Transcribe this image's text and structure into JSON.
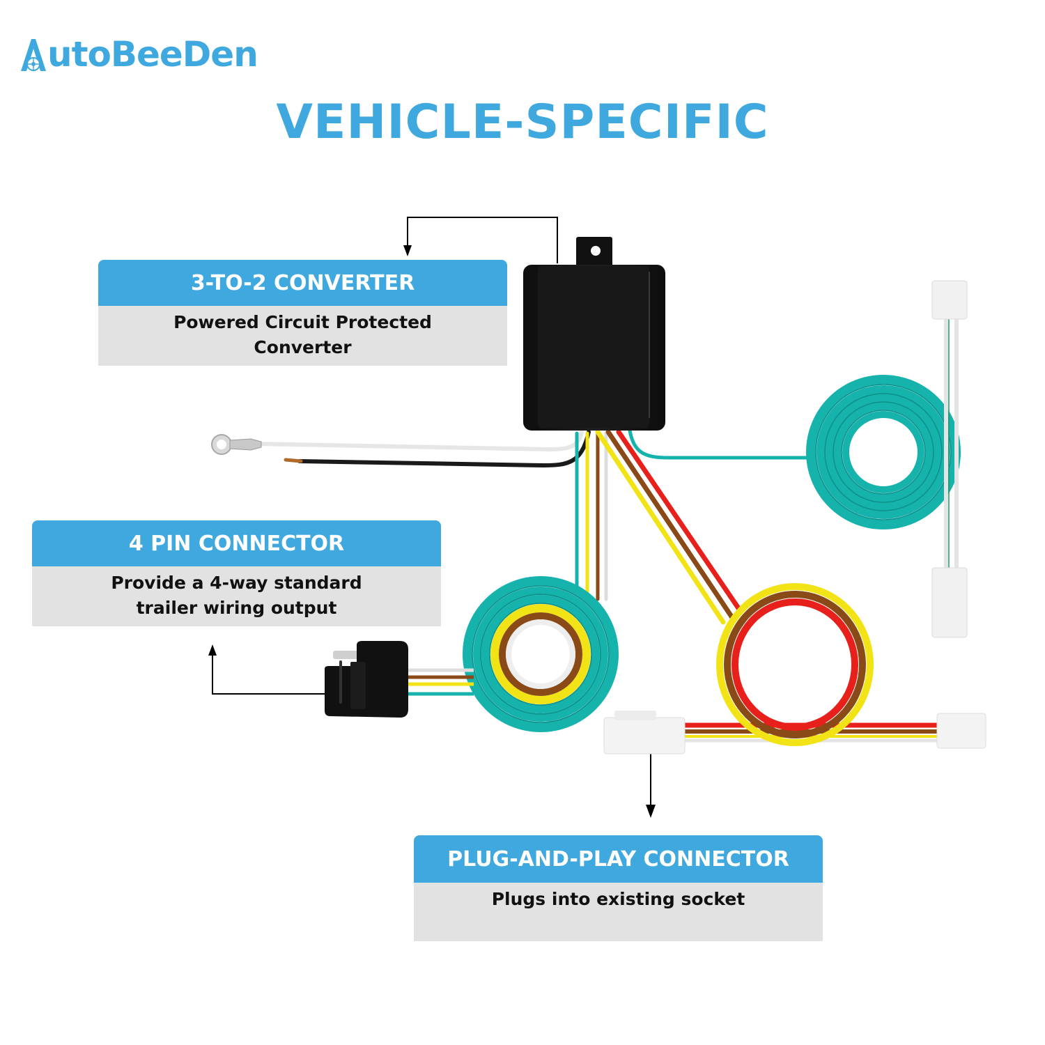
{
  "brand": {
    "name_prefix": "A",
    "name_rest": "utoBeeDen",
    "color": "#3fa8df"
  },
  "title": "VEHICLE-SPECIFIC",
  "callouts": {
    "converter": {
      "heading": "3-TO-2 CONVERTER",
      "line1": "Powered Circuit Protected",
      "line2": "Converter"
    },
    "four_pin": {
      "heading": "4 PIN CONNECTOR",
      "line1": "Provide a 4-way standard",
      "line2": "trailer wiring output"
    },
    "plug_and_play": {
      "heading": "PLUG-AND-PLAY CONNECTOR",
      "line1": "Plugs into existing socket"
    }
  },
  "components": [
    {
      "name": "converter-box",
      "description": "Black converter module with mounting tab"
    },
    {
      "name": "ring-terminal",
      "description": "Ground ring terminal on white wire"
    },
    {
      "name": "black-power-wire",
      "description": "Bare-end black power lead"
    },
    {
      "name": "4-pin-flat-connector",
      "description": "Black 4-way flat trailer plug"
    },
    {
      "name": "plug-and-play-t-connector",
      "description": "White vehicle-side connectors"
    }
  ],
  "wire_colors": {
    "teal": "#16b3ad",
    "yellow": "#f2e316",
    "brown": "#8a4a17",
    "red": "#e8201b",
    "white": "#f2f2f2",
    "black": "#1a1a1a"
  }
}
